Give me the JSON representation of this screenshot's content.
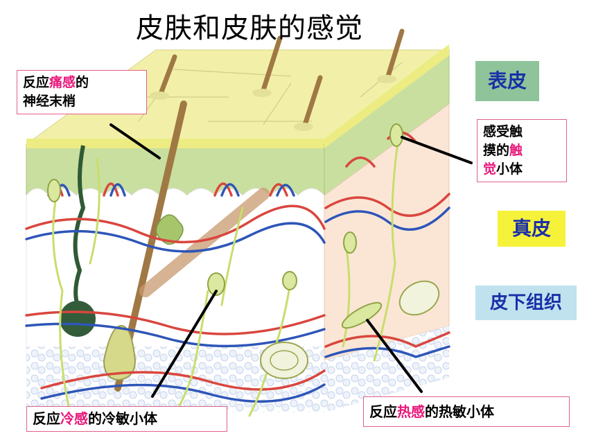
{
  "title": "皮肤和皮肤的感觉",
  "layers": {
    "epidermis": "表皮",
    "dermis": "真皮",
    "hypodermis": "皮下组织"
  },
  "labels": {
    "pain": {
      "pre": "反应",
      "hl": "痛感",
      "post": "的",
      "line2": "神经末梢"
    },
    "touch": {
      "line1": "感受触",
      "line2_pre": "摸的",
      "line2_hl": "触",
      "line3_hl": "觉",
      "line3_post": "小体"
    },
    "cold": {
      "pre": "反应",
      "hl": "冷感",
      "post": "的冷敏小体"
    },
    "heat": {
      "pre": "反应",
      "hl": "热感",
      "post": "的热敏小体"
    }
  },
  "colors": {
    "epidermis_top": "#f2f0a8",
    "epidermis_band": "#c9dfa0",
    "dermis": "#ffffff",
    "side_face": "#fbe6d6",
    "artery": "#d9463e",
    "vein": "#2e55b8",
    "nerve": "#c8de6a",
    "hair": "#a07844",
    "highlight": "#e8177a",
    "tag_epidermis_bg": "#8fc49a",
    "tag_dermis_bg": "#f6f23a",
    "tag_hypodermis_bg": "#bfe2ee"
  }
}
